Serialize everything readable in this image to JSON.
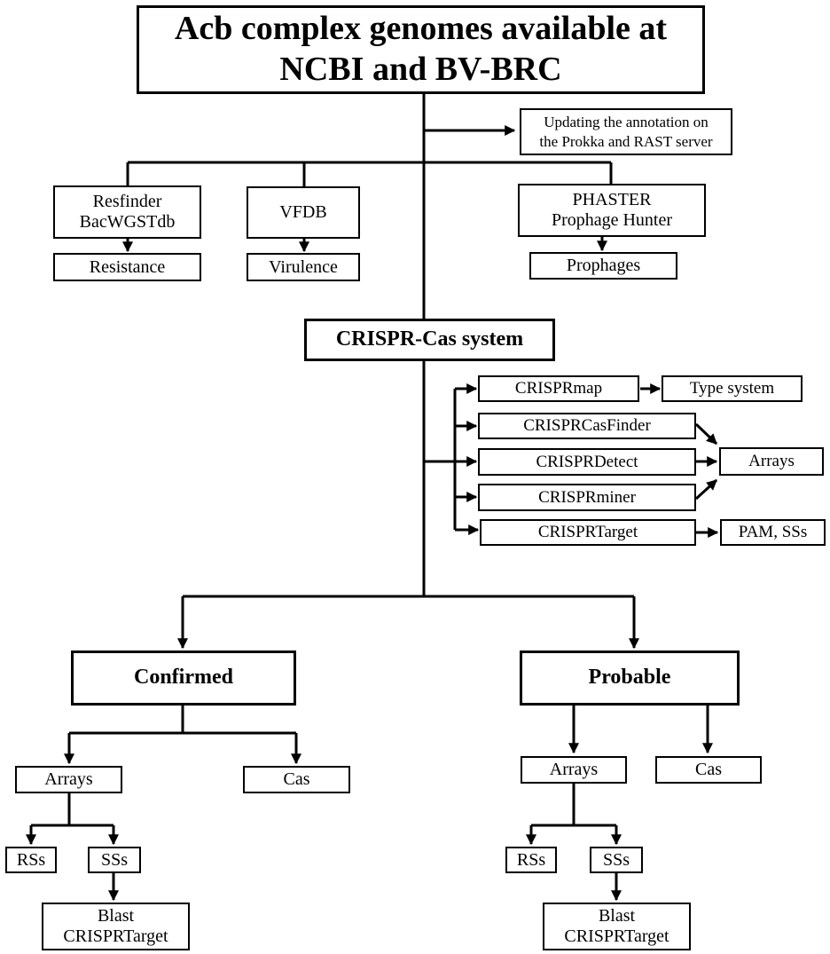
{
  "title": {
    "line1": "Acb complex genomes available at",
    "line2": "NCBI and BV-BRC"
  },
  "annotation": {
    "line1": "Updating the annotation on",
    "line2": "the Prokka and RAST server"
  },
  "tools": {
    "resistance_db": {
      "line1": "Resfinder",
      "line2": "BacWGSTdb"
    },
    "virulence_db": "VFDB",
    "prophage_db": {
      "line1": "PHASTER",
      "line2": "Prophage Hunter"
    }
  },
  "outputs": {
    "resistance": "Resistance",
    "virulence": "Virulence",
    "prophages": "Prophages"
  },
  "crispr": {
    "title": "CRISPR-Cas system",
    "crisprmap": "CRISPRmap",
    "type_system": "Type system",
    "casfinder": "CRISPRCasFinder",
    "detect": "CRISPRDetect",
    "miner": "CRISPRminer",
    "target": "CRISPRTarget",
    "arrays": "Arrays",
    "pam_sss": "PAM, SSs"
  },
  "confirmed": {
    "title": "Confirmed",
    "arrays": "Arrays",
    "cas": "Cas",
    "rss": "RSs",
    "sss": "SSs",
    "blast": {
      "line1": "Blast",
      "line2": "CRISPRTarget"
    }
  },
  "probable": {
    "title": "Probable",
    "arrays": "Arrays",
    "cas": "Cas",
    "rss": "RSs",
    "sss": "SSs",
    "blast": {
      "line1": "Blast",
      "line2": "CRISPRTarget"
    }
  },
  "colors": {
    "line": "#000000",
    "box_fill": "#ffffff",
    "text": "#000000"
  }
}
